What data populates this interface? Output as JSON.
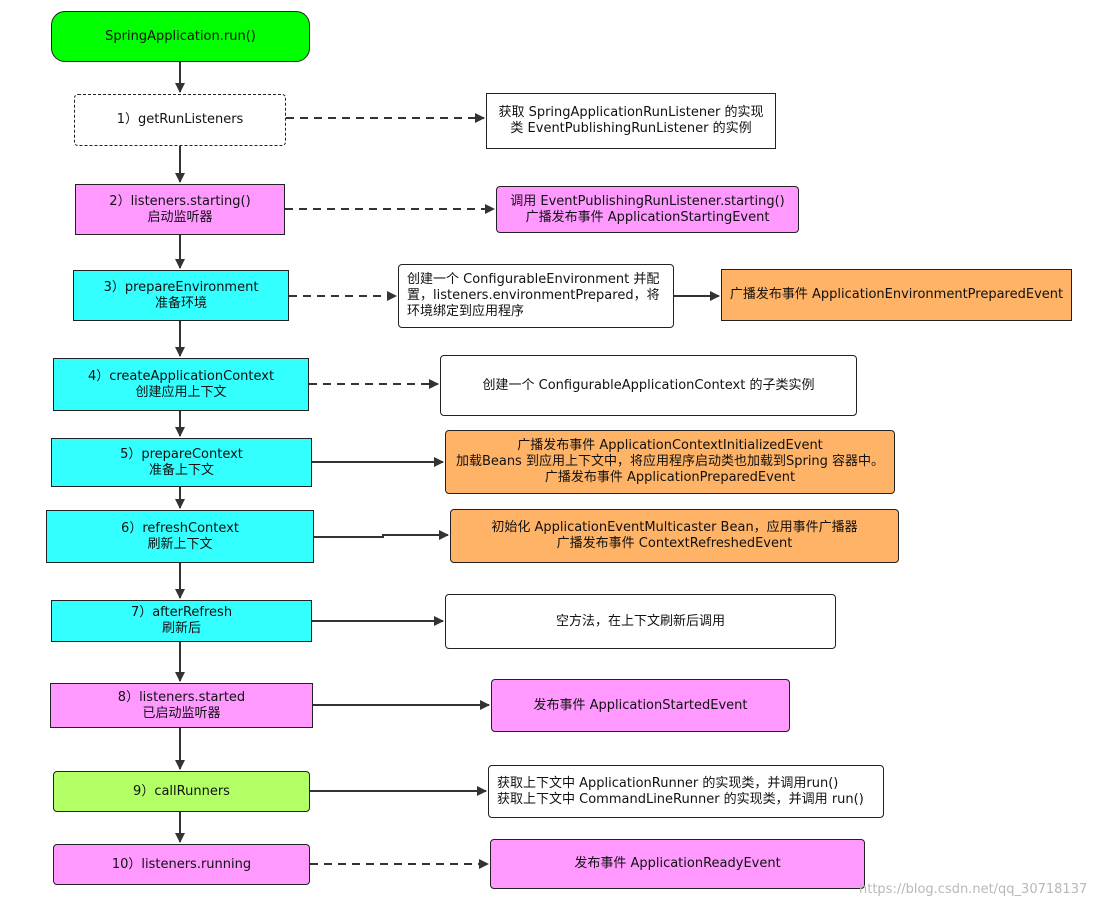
{
  "start": "SpringApplication.run()",
  "steps": [
    {
      "line1": "1）getRunListeners",
      "line2": ""
    },
    {
      "line1": "2）listeners.starting()",
      "line2": "启动监听器"
    },
    {
      "line1": "3）prepareEnvironment",
      "line2": "准备环境"
    },
    {
      "line1": "4）createApplicationContext",
      "line2": "创建应用上下文"
    },
    {
      "line1": "5）prepareContext",
      "line2": "准备上下文"
    },
    {
      "line1": "6）refreshContext",
      "line2": "刷新上下文"
    },
    {
      "line1": "7）afterRefresh",
      "line2": "刷新后"
    },
    {
      "line1": "8）listeners.started",
      "line2": "已启动监听器"
    },
    {
      "line1": "9）callRunners",
      "line2": ""
    },
    {
      "line1": "10）listeners.running",
      "line2": ""
    }
  ],
  "notes": {
    "n1": [
      "获取 SpringApplicationRunListener 的实现",
      "类 EventPublishingRunListener 的实例"
    ],
    "n2": [
      "调用 EventPublishingRunListener.starting()",
      "广播发布事件 ApplicationStartingEvent"
    ],
    "n3": [
      "创建一个 ConfigurableEnvironment 并配",
      "置，listeners.environmentPrepared，将",
      "环境绑定到应用程序"
    ],
    "n3b": [
      "广播发布事件 ApplicationEnvironmentPreparedEvent"
    ],
    "n4": [
      "创建一个 ConfigurableApplicationContext 的子类实例"
    ],
    "n5": [
      "广播发布事件 ApplicationContextInitializedEvent",
      "加载Beans 到应用上下文中，将应用程序启动类也加载到Spring 容器中。",
      "广播发布事件 ApplicationPreparedEvent"
    ],
    "n6": [
      "初始化 ApplicationEventMulticaster Bean，应用事件广播器",
      "广播发布事件 ContextRefreshedEvent"
    ],
    "n7": [
      "空方法，在上下文刷新后调用"
    ],
    "n8": [
      "发布事件 ApplicationStartedEvent"
    ],
    "n9": [
      "获取上下文中 ApplicationRunner 的实现类，并调用run()",
      "获取上下文中 CommandLineRunner 的实现类，并调用 run()"
    ],
    "n10": [
      "发布事件 ApplicationReadyEvent"
    ]
  },
  "watermark": "https://blog.csdn.net/qq_30718137",
  "colors": {
    "start": "#00ff00",
    "pink": "#ff99ff",
    "cyan": "#33ffff",
    "lime": "#b3ff66",
    "orange": "#ffb366",
    "line": "#333333"
  }
}
